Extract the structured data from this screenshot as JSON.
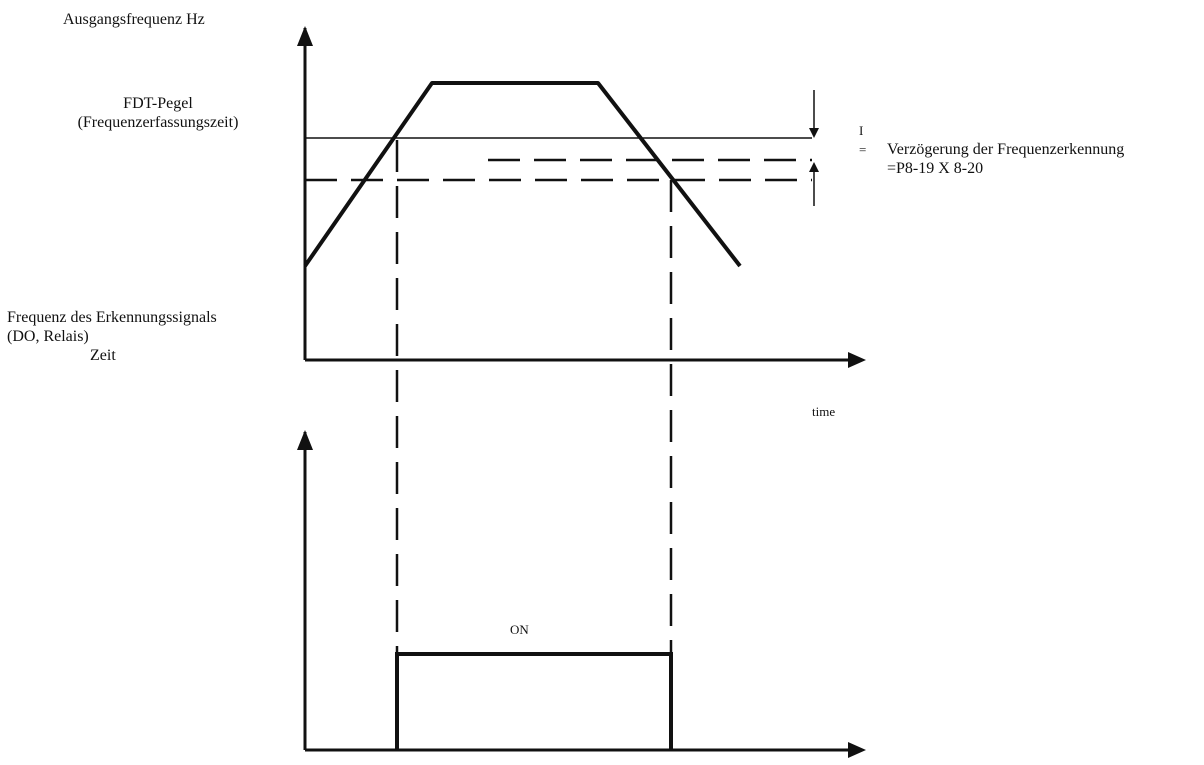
{
  "top_chart": {
    "y_axis_label": "Ausgangsfrequenz Hz",
    "fdt_label_line1": "FDT-Pegel",
    "fdt_label_line2": "(Frequenzerfassungszeit)",
    "hysteresis_symbol_top": "I",
    "hysteresis_symbol_bottom": "=",
    "hysteresis_label_line1": "Verzögerung der Frequenzerkennung",
    "hysteresis_label_line2": "=P8-19 X 8-20",
    "x_axis_label": "time"
  },
  "bottom_chart": {
    "signal_label_line1": "Frequenz des Erkennungssignals",
    "signal_label_line2": "(DO, Relais)",
    "signal_label_line3": "Zeit",
    "on_label": "ON"
  },
  "colors": {
    "line": "#111111",
    "background": "#ffffff"
  }
}
